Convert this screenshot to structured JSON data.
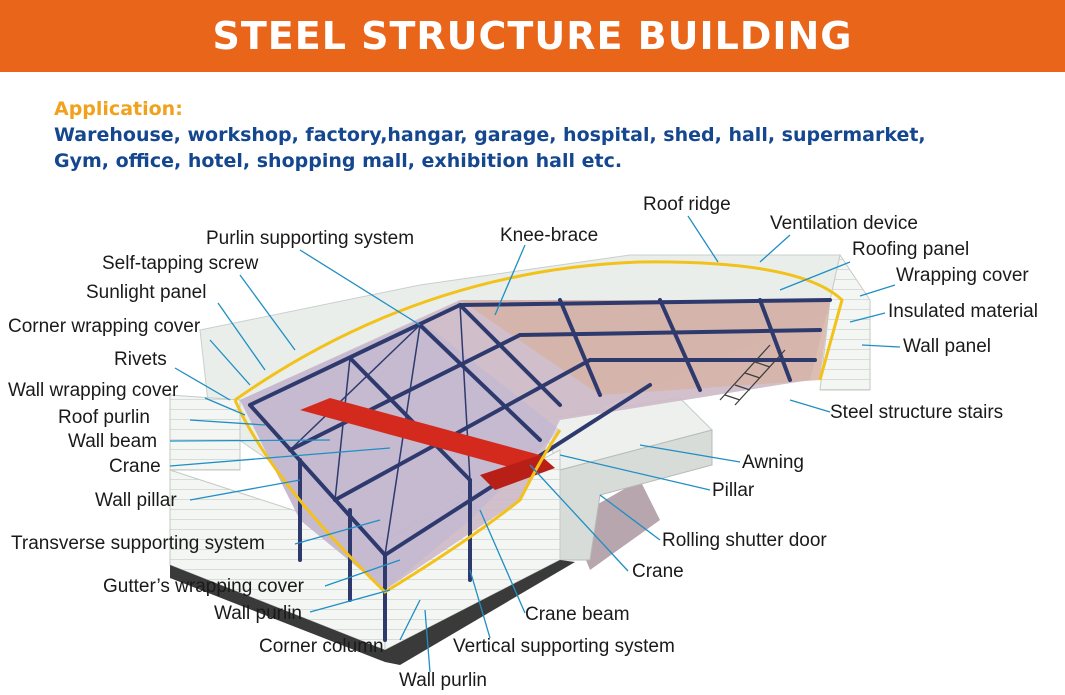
{
  "header": {
    "title": "STEEL STRUCTURE BUILDING"
  },
  "application": {
    "label": "Application:",
    "line1": "Warehouse, workshop, factory,hangar, garage, hospital, shed, hall, supermarket,",
    "line2": "Gym, office, hotel, shopping mall, exhibition hall etc."
  },
  "labels": {
    "roof_ridge": "Roof ridge",
    "ventilation_device": "Ventilation device",
    "purlin_supporting_system": "Purlin supporting system",
    "knee_brace": "Knee-brace",
    "roofing_panel": "Roofing panel",
    "self_tapping_screw": "Self-tapping screw",
    "wrapping_cover": "Wrapping cover",
    "sunlight_panel": "Sunlight panel",
    "insulated_material": "Insulated material",
    "corner_wrapping_cover": "Corner wrapping cover",
    "wall_panel": "Wall panel",
    "rivets": "Rivets",
    "wall_wrapping_cover": "Wall wrapping cover",
    "steel_structure_stairs": "Steel structure stairs",
    "roof_purlin": "Roof purlin",
    "wall_beam": "Wall beam",
    "awning": "Awning",
    "crane_left": "Crane",
    "pillar": "Pillar",
    "wall_pillar": "Wall pillar",
    "rolling_shutter_door": "Rolling shutter door",
    "transverse_supporting_system": "Transverse supporting system",
    "crane_right": "Crane",
    "gutters_wrapping_cover": "Gutter’s wrapping cover",
    "crane_beam": "Crane beam",
    "wall_purlin_1": "Wall purlin",
    "corner_column": "Corner column",
    "vertical_supporting_system": "Vertical supporting system",
    "wall_purlin_2": "Wall purlin"
  },
  "colors": {
    "banner": "#e8651a",
    "application_label": "#f2a11c",
    "application_text": "#14478f",
    "steel_frame": "#2e3a6e",
    "crane": "#d42a1e",
    "highlight_edge": "#f2c21a",
    "leader_line": "#1f8fc4"
  }
}
